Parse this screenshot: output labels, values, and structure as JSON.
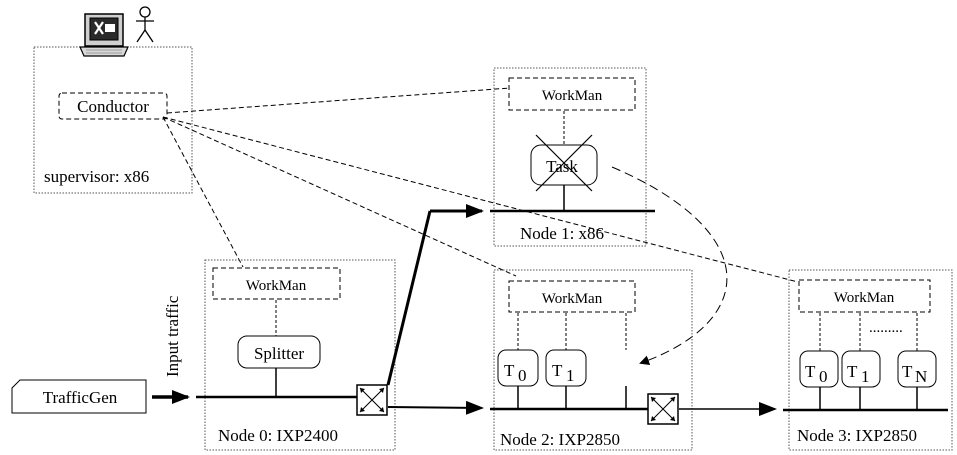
{
  "supervisor": {
    "label": "supervisor: x86",
    "conductor": "Conductor"
  },
  "node1": {
    "label": "Node 1: x86",
    "workman": "WorkMan",
    "task": "Task"
  },
  "node0": {
    "label": "Node 0: IXP2400",
    "workman": "WorkMan",
    "splitter": "Splitter"
  },
  "node2": {
    "label": "Node 2: IXP2850",
    "workman": "WorkMan",
    "tasks": [
      {
        "letter": "T",
        "sub": "0"
      },
      {
        "letter": "T",
        "sub": "1"
      }
    ]
  },
  "node3": {
    "label": "Node 3: IXP2850",
    "workman": "WorkMan",
    "ellipsis": ".........",
    "tasks": [
      {
        "letter": "T",
        "sub": "0"
      },
      {
        "letter": "T",
        "sub": "1"
      },
      {
        "letter": "T",
        "sub": "N"
      }
    ]
  },
  "trafficgen": "TrafficGen",
  "input_traffic": "Input traffic",
  "icons": {
    "computer": "computer-icon",
    "user": "user-stick-figure-icon",
    "switch": "switch-icon",
    "cross_out": "cross-out-icon"
  }
}
